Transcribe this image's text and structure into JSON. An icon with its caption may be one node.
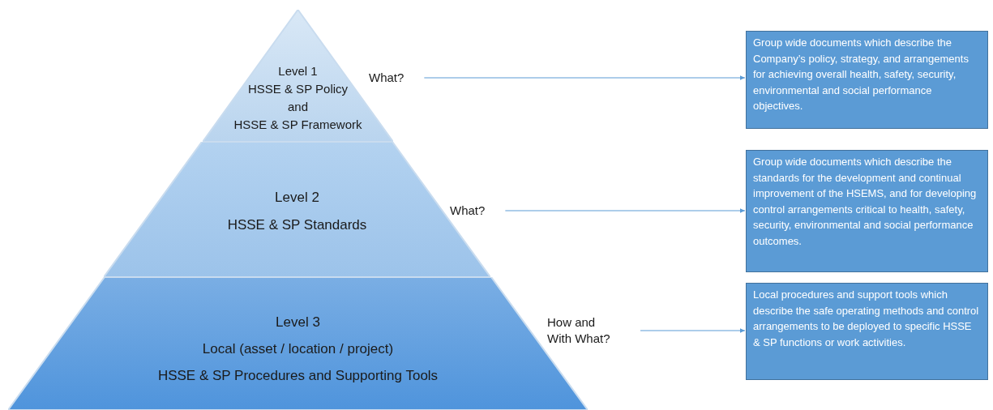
{
  "diagram": {
    "nodes": [
      {
        "text": [
          "Level 1",
          "HSSE & SP Policy",
          "and",
          "HSSE & SP Framework"
        ]
      },
      {
        "text": [
          "Level 2",
          "HSSE & SP Standards"
        ]
      },
      {
        "text": [
          "Level 3",
          "Local (asset / location / project)",
          "HSSE & SP Procedures and Supporting Tools"
        ]
      },
      {
        "text": [
          "What?"
        ]
      },
      {
        "text": [
          "What?"
        ]
      },
      {
        "text": [
          "How and With What?"
        ]
      },
      {
        "text": [
          "Group wide documents which describe the Company’s policy, strategy, and arrangements for achieving overall health, safety, security, environmental and social performance objectives."
        ]
      },
      {
        "text": [
          "Group wide documents which describe the standards for the development and continual improvement of the HSEMS, and for developing control arrangements critical to health, safety, security, environmental and social performance outcomes."
        ]
      },
      {
        "text": [
          "Local procedures and support tools which describe the safe operating methods and control arrangements to be deployed to specific HSSE & SP functions or work activities."
        ]
      }
    ],
    "edges": [
      {
        "from": 3,
        "to": 6,
        "arrow": "to"
      },
      {
        "from": 4,
        "to": 7,
        "arrow": "to"
      },
      {
        "from": 5,
        "to": 8,
        "arrow": "to"
      }
    ]
  }
}
